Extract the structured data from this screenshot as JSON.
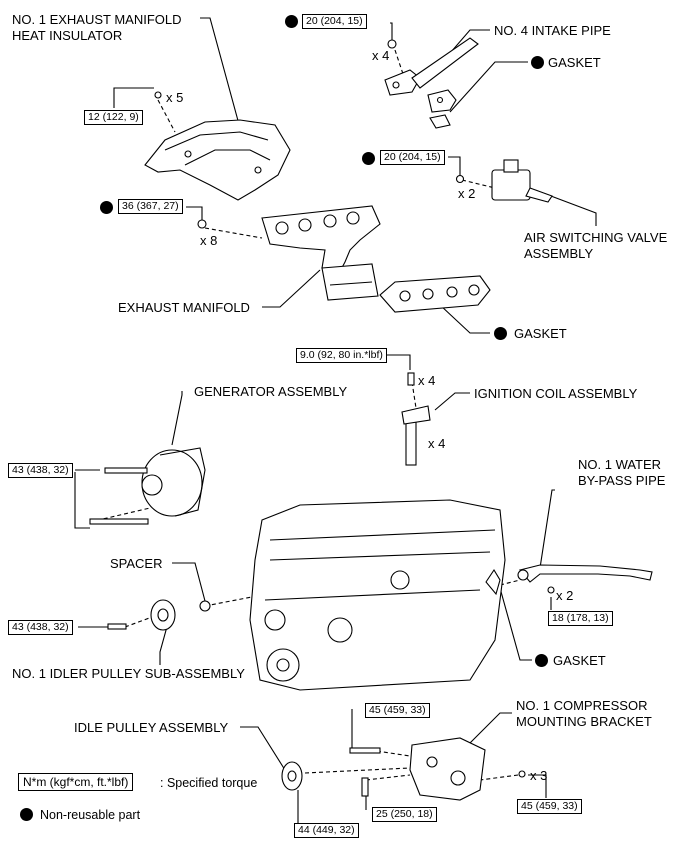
{
  "labels": {
    "heat_insulator": "NO. 1 EXHAUST MANIFOLD",
    "heat_insulator_2": "HEAT INSULATOR",
    "intake_pipe": "NO. 4 INTAKE PIPE",
    "gasket_top": "GASKET",
    "air_switching": "AIR SWITCHING VALVE",
    "air_switching_2": "ASSEMBLY",
    "exhaust_manifold": "EXHAUST MANIFOLD",
    "gasket_mid": "GASKET",
    "ignition_coil": "IGNITION COIL ASSEMBLY",
    "generator": "GENERATOR ASSEMBLY",
    "water_pipe": "NO. 1 WATER",
    "water_pipe_2": "BY-PASS PIPE",
    "spacer": "SPACER",
    "idler_pulley_sub": "NO. 1 IDLER PULLEY SUB-ASSEMBLY",
    "gasket_low": "GASKET",
    "idle_pulley": "IDLE PULLEY ASSEMBLY",
    "compressor_bracket": "NO. 1 COMPRESSOR",
    "compressor_bracket_2": "MOUNTING BRACKET"
  },
  "torques": {
    "t_intake": "20 (204, 15)",
    "t_insulator": "12 (122, 9)",
    "t_air": "20 (204, 15)",
    "t_manifold": "36 (367, 27)",
    "t_ignition": "9.0 (92, 80 in.*lbf)",
    "t_generator": "43 (438, 32)",
    "t_water": "18 (178, 13)",
    "t_idler": "43 (438, 32)",
    "t_bracket_top": "45 (459, 33)",
    "t_bracket_mid": "25 (250, 18)",
    "t_bracket_right": "45 (459, 33)",
    "t_idle": "44 (449, 32)"
  },
  "quantities": {
    "q_intake": "x 4",
    "q_insulator": "x 5",
    "q_air": "x 2",
    "q_manifold": "x 8",
    "q_ign_bolt": "x 4",
    "q_ign_coil": "x 4",
    "q_water": "x 2",
    "q_bracket": "x 3"
  },
  "legend": {
    "torque_box": "N*m (kgf*cm, ft.*lbf)",
    "torque_text": ": Specified torque",
    "nonreusable_text": "Non-reusable part"
  }
}
